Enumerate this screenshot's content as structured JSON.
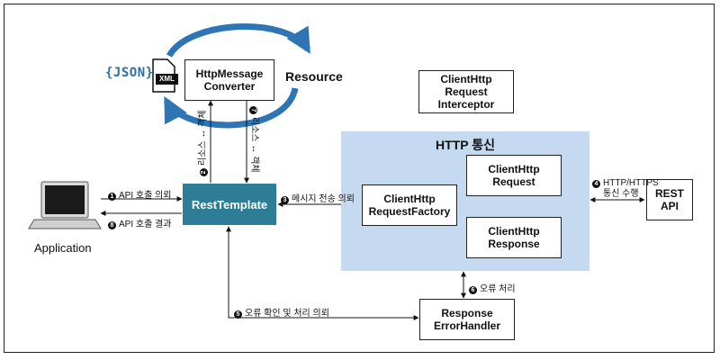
{
  "diagram": {
    "resource_label": "Resource",
    "application_label": "Application",
    "json_logo_text": "{JSON}",
    "xml_icon_text": "XML",
    "http_area_title": "HTTP 통신",
    "boxes": {
      "http_message_converter": "HttpMessage\nConverter",
      "client_http_request_interceptor": "ClientHttp\nRequest\nInterceptor",
      "rest_template": "RestTemplate",
      "client_http_request_factory": "ClientHttp\nRequestFactory",
      "client_http_request": "ClientHttp\nRequest",
      "client_http_response": "ClientHttp\nResponse",
      "rest_api": "REST\nAPI",
      "response_error_handler": "Response\nErrorHandler"
    },
    "steps": {
      "s1": {
        "num": "1",
        "text": "API 호출 의뢰"
      },
      "s2": {
        "num": "2",
        "text": "리소스 ↔ 객체"
      },
      "s3": {
        "num": "3",
        "text": "메시지 전송 의뢰"
      },
      "s4": {
        "num": "4",
        "text": "HTTP/HTTPS",
        "text2": "통신 수행"
      },
      "s5": {
        "num": "5",
        "text": "오류 확인 및 처리 의뢰"
      },
      "s6": {
        "num": "6",
        "text": "오류 처리"
      },
      "s7": {
        "num": "7",
        "text": "리소스 ↔ 객체"
      },
      "s8": {
        "num": "8",
        "text": "API 호출 결과"
      }
    },
    "colors": {
      "rest_template_fill": "#2c7d95",
      "http_area_fill": "#c5d9f1",
      "cycle_arrow": "#2e75b6"
    }
  }
}
